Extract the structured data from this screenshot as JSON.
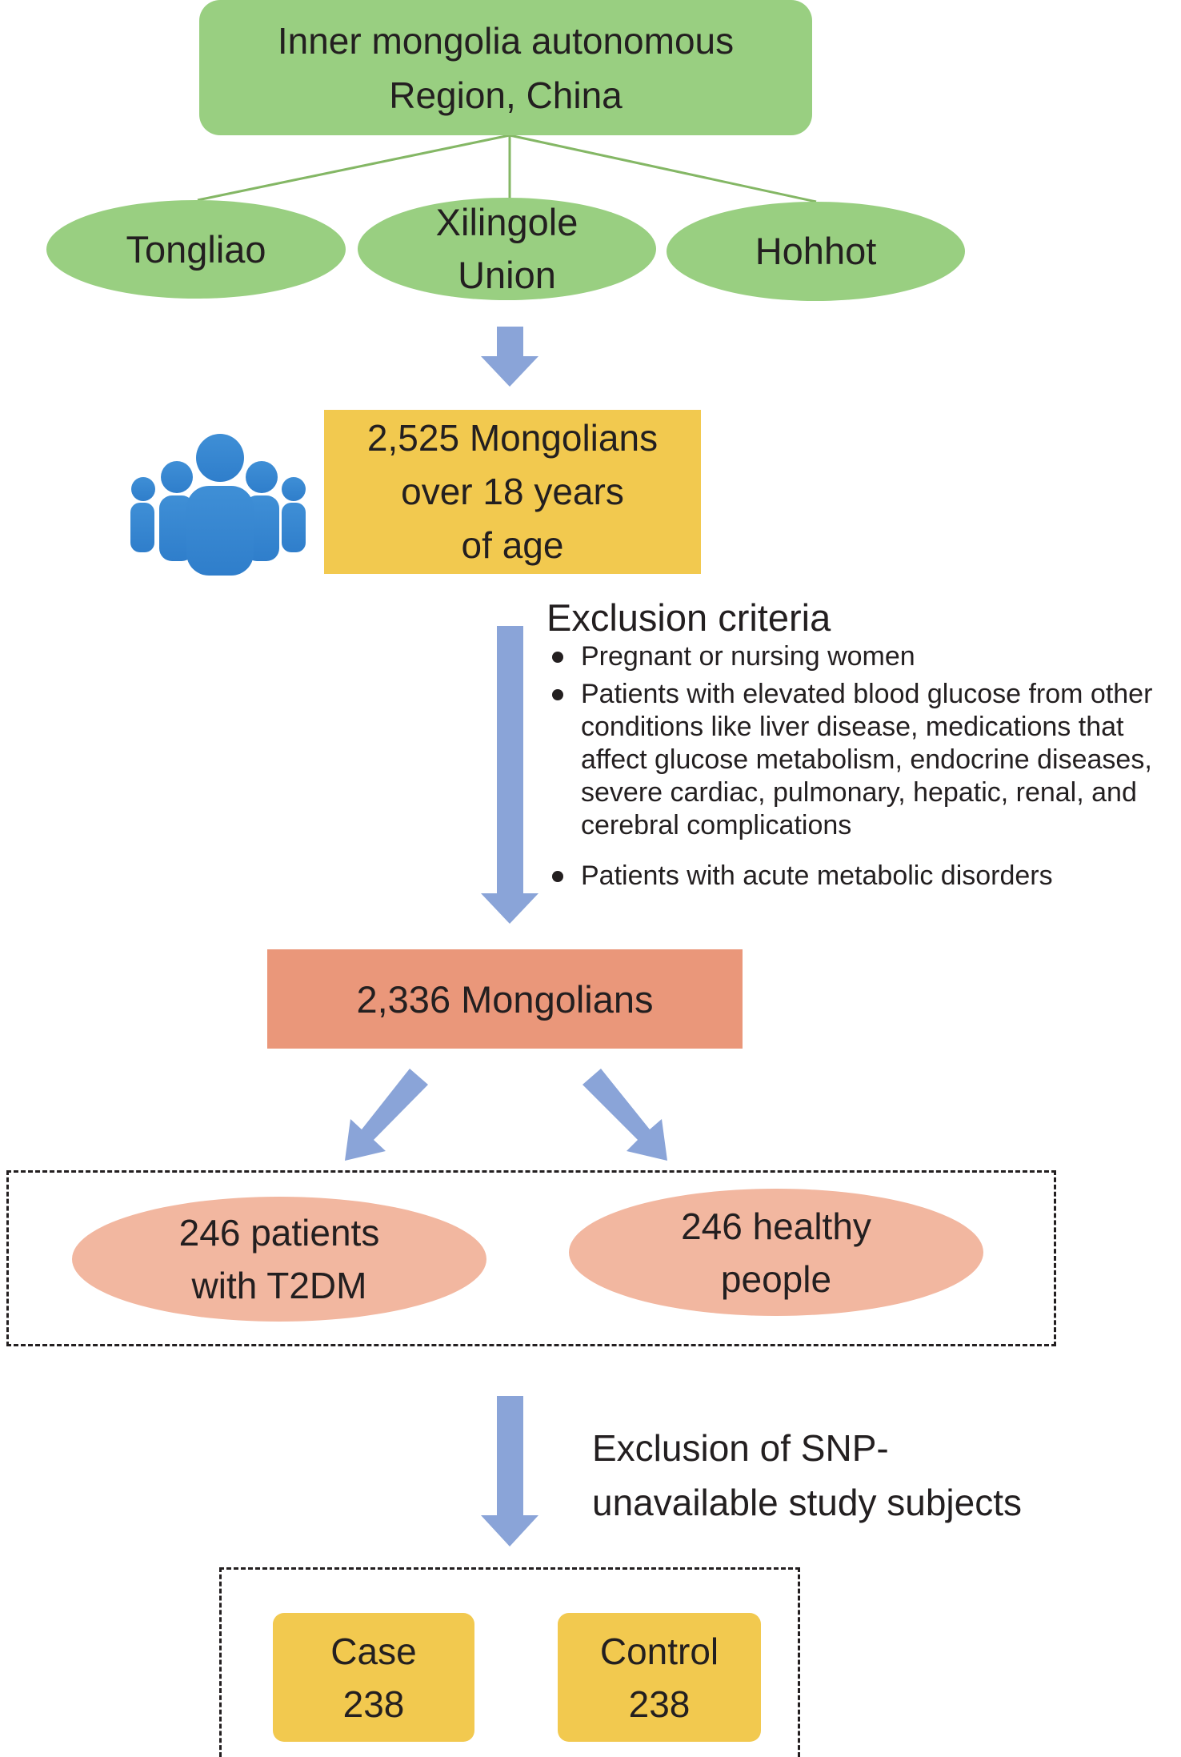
{
  "region": {
    "line1": "Inner mongolia autonomous",
    "line2": "Region, China"
  },
  "cities": [
    {
      "line1": "Tongliao",
      "line2": ""
    },
    {
      "line1": "Xilingole",
      "line2": "Union"
    },
    {
      "line1": "Hohhot",
      "line2": ""
    }
  ],
  "population": {
    "line1": "2,525 Mongolians",
    "line2": "over 18 years",
    "line3": "of age",
    "icon": "people-group-icon"
  },
  "exclusion": {
    "title": "Exclusion criteria",
    "items": [
      "Pregnant or nursing women",
      "Patients with elevated blood glucose from other conditions like liver disease, medications that affect glucose metabolism, endocrine diseases, severe cardiac, pulmonary, hepatic, renal, and cerebral complications",
      "Patients with acute metabolic disorders"
    ]
  },
  "filtered": {
    "label": "2,336 Mongolians"
  },
  "groups": [
    {
      "line1": "246 patients",
      "line2": "with T2DM"
    },
    {
      "line1": "246 healthy",
      "line2": "people"
    }
  ],
  "snp_exclusion": {
    "line1": "Exclusion of SNP-",
    "line2": "unavailable study subjects"
  },
  "final": [
    {
      "line1": "Case",
      "line2": "238"
    },
    {
      "line1": "Control",
      "line2": "238"
    }
  ],
  "colors": {
    "green": "#99cf81",
    "yellow": "#f2c94f",
    "salmon_box": "#ea977a",
    "salmon_ellipse": "#f2b7a0",
    "arrow": "#8aa4d8",
    "people_icon": "#3f8fd6"
  }
}
